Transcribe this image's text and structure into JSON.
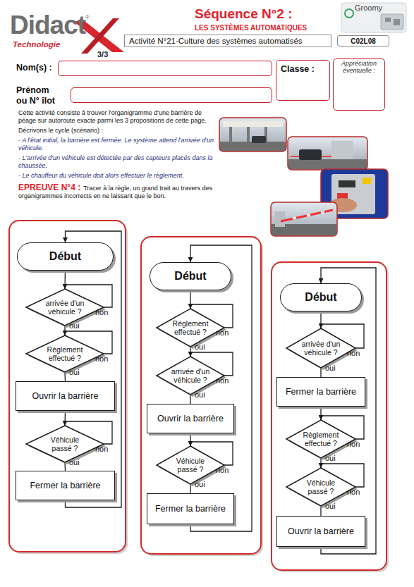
{
  "diagram": {
    "title": "Séquence N°2 :",
    "nodes": [
      {
        "text": [
          "Activité N°21-Culture des systèmes automatisés"
        ]
      },
      {
        "text": [
          "C02L08"
        ]
      },
      {
        "text": [
          "Nom(s) :"
        ]
      },
      {
        "text": [
          "Classe :"
        ]
      },
      {
        "text": [
          "Appréciation éventuelle :"
        ]
      },
      {
        "text": [
          "Prénom ou N° îlot"
        ]
      },
      {
        "text": [
          "Début"
        ]
      },
      {
        "text": [
          "arrivée d'un véhicule ?"
        ]
      },
      {
        "text": [
          "Règlement effectué ?"
        ]
      },
      {
        "text": [
          "Ouvrir la barrière"
        ]
      },
      {
        "text": [
          "Véhicule passé ?"
        ]
      },
      {
        "text": [
          "Fermer la barrière"
        ]
      },
      {
        "text": [
          "Début"
        ]
      },
      {
        "text": [
          "Règlement effectué ?"
        ]
      },
      {
        "text": [
          "arrivée d'un véhicule ?"
        ]
      },
      {
        "text": [
          "Ouvrir la barrière"
        ]
      },
      {
        "text": [
          "Véhicule passé ?"
        ]
      },
      {
        "text": [
          "Fermer la barrière"
        ]
      },
      {
        "text": [
          "Début"
        ]
      },
      {
        "text": [
          "arrivée d'un véhicule ?"
        ]
      },
      {
        "text": [
          "Fermer la barrière"
        ]
      },
      {
        "text": [
          "Règlement effectué ?"
        ]
      },
      {
        "text": [
          "Véhicule passé ?"
        ]
      },
      {
        "text": [
          "Ouvrir la barrière"
        ]
      }
    ],
    "edges": [
      {
        "from": 6,
        "to": 7,
        "arrow": "none"
      },
      {
        "from": 7,
        "to": 7,
        "label": "non",
        "arrow": "to"
      },
      {
        "from": 7,
        "to": 8,
        "label": "oui",
        "arrow": "none"
      },
      {
        "from": 8,
        "to": 8,
        "label": "non",
        "arrow": "to"
      },
      {
        "from": 8,
        "to": 9,
        "label": "oui",
        "arrow": "none"
      },
      {
        "from": 9,
        "to": 10,
        "arrow": "none"
      },
      {
        "from": 10,
        "to": 10,
        "label": "non",
        "arrow": "to"
      },
      {
        "from": 10,
        "to": 11,
        "label": "oui",
        "arrow": "none"
      },
      {
        "from": 11,
        "to": 6,
        "arrow": "to"
      },
      {
        "from": 12,
        "to": 13,
        "arrow": "none"
      },
      {
        "from": 13,
        "to": 13,
        "label": "non",
        "arrow": "to"
      },
      {
        "from": 13,
        "to": 14,
        "label": "oui",
        "arrow": "none"
      },
      {
        "from": 14,
        "to": 14,
        "label": "non",
        "arrow": "to"
      },
      {
        "from": 14,
        "to": 15,
        "label": "oui",
        "arrow": "none"
      },
      {
        "from": 15,
        "to": 16,
        "arrow": "none"
      },
      {
        "from": 16,
        "to": 16,
        "label": "non",
        "arrow": "to"
      },
      {
        "from": 16,
        "to": 17,
        "label": "oui",
        "arrow": "none"
      },
      {
        "from": 17,
        "to": 12,
        "arrow": "to"
      },
      {
        "from": 18,
        "to": 19,
        "arrow": "none"
      },
      {
        "from": 19,
        "to": 19,
        "label": "non",
        "arrow": "to"
      },
      {
        "from": 19,
        "to": 20,
        "label": "oui",
        "arrow": "none"
      },
      {
        "from": 20,
        "to": 21,
        "arrow": "none"
      },
      {
        "from": 21,
        "to": 21,
        "label": "non",
        "arrow": "to"
      },
      {
        "from": 21,
        "to": 22,
        "label": "oui",
        "arrow": "none"
      },
      {
        "from": 22,
        "to": 22,
        "label": "non",
        "arrow": "to"
      },
      {
        "from": 22,
        "to": 23,
        "label": "oui",
        "arrow": "none"
      },
      {
        "from": 23,
        "to": 18,
        "arrow": "to"
      }
    ],
    "labels": [
      "Didact",
      "®",
      "Technologie",
      "3/3",
      "LES SYSTÈMES AUTOMATIQUES",
      "Groomy",
      "Cette activité consiste à trouver l'organigramme d'une barrière de péage sur autoroute exacte parmi les 3 propositions de cette page.",
      "Décrivons le cycle (scénario) :",
      "- A l'état initial, la barrière est fermée. Le système attend l'arrivée d'un véhicule.",
      "- L'arrivée d'un véhicule est détectée par des capteurs placés dans la chaussée.",
      "- Le chauffeur du véhicule doit alors effectuer le règlement.",
      "EPREUVE N°4 :",
      "Tracer à la règle, un grand trait au travers des organigrammes incorrects en ne laissant que le bon."
    ]
  }
}
